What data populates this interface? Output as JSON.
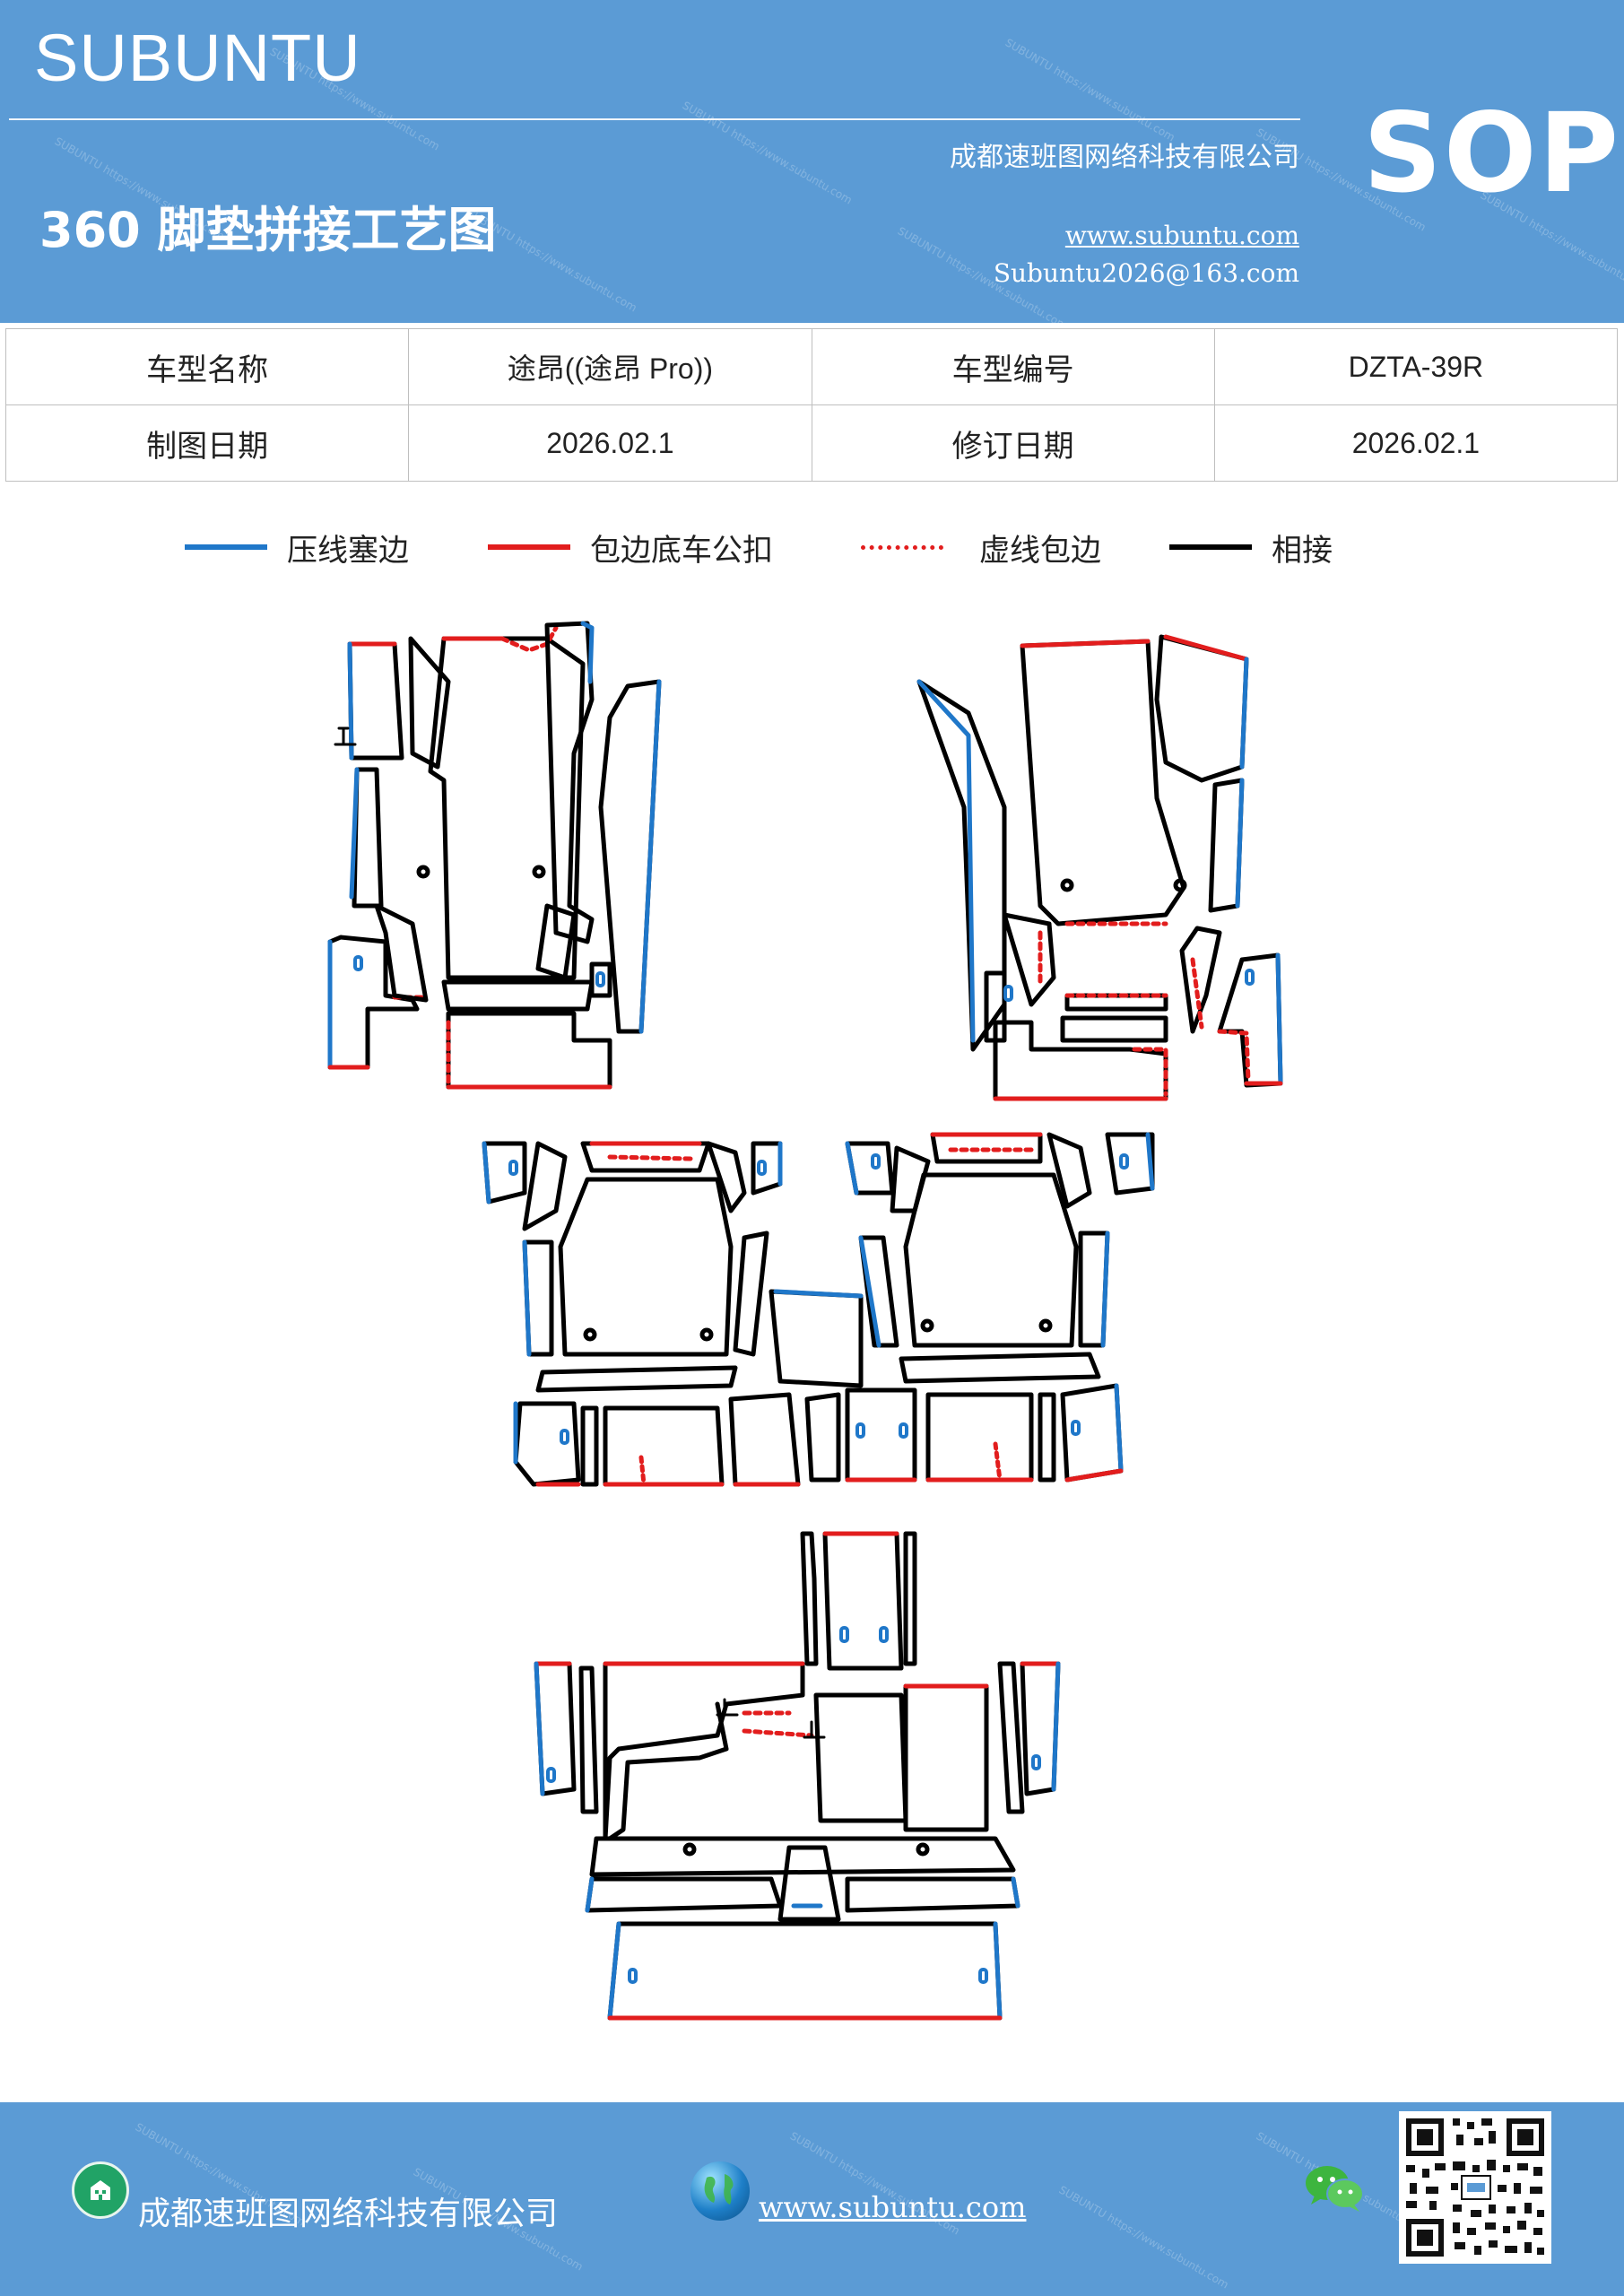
{
  "header": {
    "brand": "SUBUNTU",
    "doc_type": "SOP",
    "title": "360 脚垫拼接工艺图",
    "company": "成都速班图网络科技有限公司",
    "website": "www.subuntu.com",
    "email": "Subuntu2026@163.com",
    "background_color": "#5b9bd5"
  },
  "info_table": {
    "rows": [
      {
        "label1": "车型名称",
        "value1": "途昂((途昂 Pro))",
        "label2": "车型编号",
        "value2": "DZTA-39R"
      },
      {
        "label1": "制图日期",
        "value1": "2026.02.1",
        "label2": "修订日期",
        "value2": "2026.02.1"
      }
    ]
  },
  "legend": {
    "items": [
      {
        "label": "压线塞边",
        "color": "#1f77c9",
        "style": "solid"
      },
      {
        "label": "包边底车公扣",
        "color": "#e21d1d",
        "style": "solid"
      },
      {
        "label": "虚线包边",
        "color": "#e21d1d",
        "style": "dotted"
      },
      {
        "label": "相接",
        "color": "#000000",
        "style": "solid"
      }
    ]
  },
  "footer": {
    "company": "成都速班图网络科技有限公司",
    "website": "www.subuntu.com",
    "icons": [
      "building-icon",
      "globe-icon",
      "wechat-icon",
      "qr-code"
    ]
  }
}
